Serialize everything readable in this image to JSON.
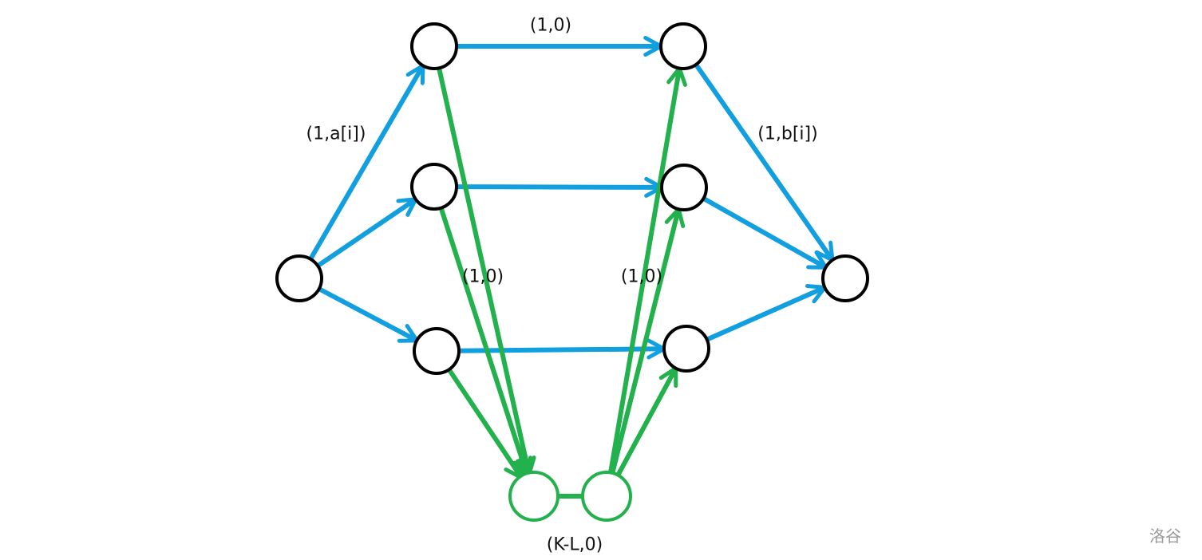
{
  "colors": {
    "flow": "#129fe0",
    "extra": "#22b14c",
    "node": "#000000"
  },
  "nodes": [
    {
      "id": "S",
      "group": "node"
    },
    {
      "id": "A1",
      "group": "node"
    },
    {
      "id": "A2",
      "group": "node"
    },
    {
      "id": "A3",
      "group": "node"
    },
    {
      "id": "B1",
      "group": "node"
    },
    {
      "id": "B2",
      "group": "node"
    },
    {
      "id": "B3",
      "group": "node"
    },
    {
      "id": "T",
      "group": "node"
    },
    {
      "id": "G1",
      "group": "extra"
    },
    {
      "id": "G2",
      "group": "extra"
    }
  ],
  "edges": [
    {
      "from": "S",
      "to": "A1",
      "color": "flow"
    },
    {
      "from": "S",
      "to": "A2",
      "color": "flow"
    },
    {
      "from": "S",
      "to": "A3",
      "color": "flow"
    },
    {
      "from": "A1",
      "to": "B1",
      "color": "flow"
    },
    {
      "from": "A2",
      "to": "B2",
      "color": "flow"
    },
    {
      "from": "A3",
      "to": "B3",
      "color": "flow"
    },
    {
      "from": "B1",
      "to": "T",
      "color": "flow"
    },
    {
      "from": "B2",
      "to": "T",
      "color": "flow"
    },
    {
      "from": "B3",
      "to": "T",
      "color": "flow"
    },
    {
      "from": "A1",
      "to": "G1",
      "color": "extra"
    },
    {
      "from": "A2",
      "to": "G1",
      "color": "extra"
    },
    {
      "from": "A3",
      "to": "G1",
      "color": "extra"
    },
    {
      "from": "G1",
      "to": "G2",
      "color": "extra",
      "noarrow": true
    },
    {
      "from": "G2",
      "to": "B1",
      "color": "extra"
    },
    {
      "from": "G2",
      "to": "B2",
      "color": "extra"
    },
    {
      "from": "G2",
      "to": "B3",
      "color": "extra"
    }
  ],
  "labels": {
    "top_edge": "(1,0)",
    "source_edge": "(1,a[i])",
    "sink_edge": "(1,b[i])",
    "left_green": "(1,0)",
    "right_green": "(1,0)",
    "bottom": "(K-L,0)"
  },
  "watermark": "洛谷"
}
